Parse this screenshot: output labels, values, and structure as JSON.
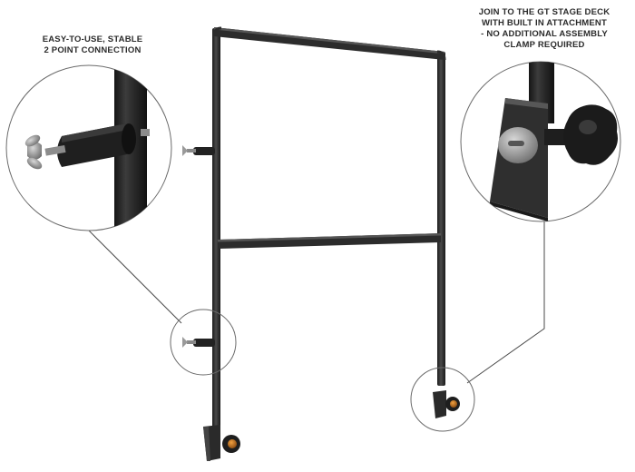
{
  "callouts": {
    "left": {
      "lines": [
        "EASY-TO-USE, STABLE",
        "2 POINT CONNECTION"
      ]
    },
    "right": {
      "lines": [
        "JOIN TO THE GT STAGE DECK",
        "WITH BUILT IN ATTACHMENT",
        "- NO ADDITIONAL ASSEMBLY",
        "CLAMP REQUIRED"
      ]
    }
  },
  "colors": {
    "frame": "#2e2e2e",
    "frame_highlight": "#5a5a5a",
    "leader_line": "#4a4a4a",
    "circle_stroke": "#6a6a6a",
    "accent_knob": "#c9781f",
    "bolt_metal": "#9a9a9a"
  },
  "icons": [
    "wing-nut-icon",
    "clamp-knob-icon",
    "foot-plate-icon"
  ]
}
